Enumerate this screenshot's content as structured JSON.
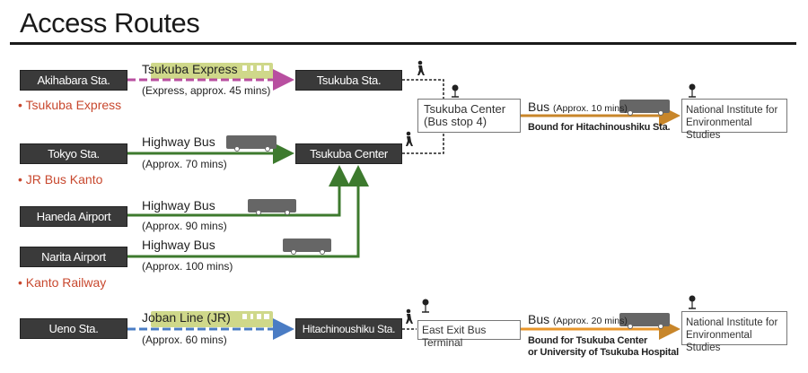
{
  "title": "Access Routes",
  "colors": {
    "tsukuba_express": "#b84fa0",
    "highway_bus": "#3d7a2e",
    "joban_line": "#4a7cc4",
    "local_bus": "#c8862a",
    "operator_text": "#c8482e",
    "station_box": "#3a3a3a",
    "train_icon": "#cfd88a",
    "bus_icon": "#666666"
  },
  "stations": {
    "akihabara": "Akihabara Sta.",
    "tokyo": "Tokyo Sta.",
    "haneda": "Haneda Airport",
    "narita": "Narita Airport",
    "ueno": "Ueno Sta.",
    "tsukuba_sta": "Tsukuba Sta.",
    "tsukuba_center": "Tsukuba Center",
    "hitachinoushiku": "Hitachinoushiku Sta."
  },
  "operators": {
    "tsukuba_express": "• Tsukuba Express",
    "jr_bus_kanto": "• JR Bus Kanto",
    "kanto_railway": "• Kanto Railway"
  },
  "routes": {
    "akihabara": {
      "name": "Tsukuba Express",
      "duration": "(Express, approx. 45 mins)"
    },
    "tokyo": {
      "name": "Highway Bus",
      "duration": "(Approx. 70 mins)"
    },
    "haneda": {
      "name": "Highway Bus",
      "duration": "(Approx. 90 mins)"
    },
    "narita": {
      "name": "Highway Bus",
      "duration": "(Approx. 100 mins)"
    },
    "ueno": {
      "name": "Joban Line (JR)",
      "duration": "(Approx. 60 mins)"
    }
  },
  "bus_stops": {
    "tsukuba_center_line1": "Tsukuba Center",
    "tsukuba_center_line2": "(Bus stop 4)",
    "east_exit": "East Exit Bus Terminal"
  },
  "local_buses": {
    "upper": {
      "name": "Bus",
      "duration": "(Approx. 10 mins)",
      "bound": "Bound for Hitachinoushiku Sta."
    },
    "lower": {
      "name": "Bus",
      "duration": "(Approx. 20 mins)",
      "bound_line1": "Bound for Tsukuba Center",
      "bound_line2": "or University of Tsukuba Hospital"
    }
  },
  "destination": {
    "line1": "National Institute for",
    "line2": "Environmental Studies"
  }
}
